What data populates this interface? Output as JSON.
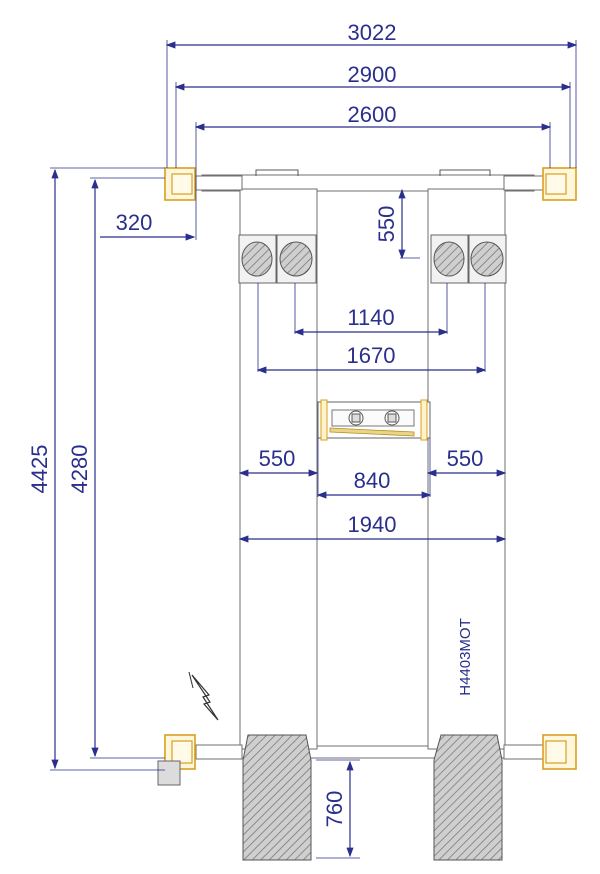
{
  "dimensions": {
    "overall_width": "3022",
    "post_width": "2900",
    "inner_width": "2600",
    "offset_320": "320",
    "top_550": "550",
    "turntable_inner": "1140",
    "turntable_outer": "1670",
    "runway_left": "550",
    "runway_gap": "840",
    "runway_right": "550",
    "overall_runway": "1940",
    "overall_length": "4425",
    "post_length": "4280",
    "ramp_760": "760"
  },
  "model_label": "H4403MOT",
  "colors": {
    "dimension": "#2a2f8c",
    "post": "#d9a020",
    "outline": "#5a5a5a"
  }
}
